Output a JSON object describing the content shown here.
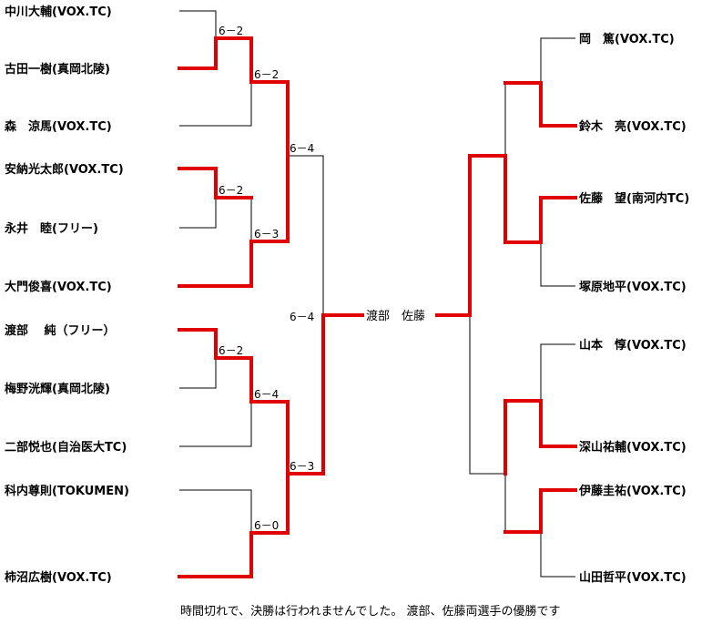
{
  "left_players": [
    {
      "name": "中川大輔(VOX.TC)"
    },
    {
      "name": "古田一樹(真岡北陵)"
    },
    {
      "name": "森　涼馬(VOX.TC)"
    },
    {
      "name": "安納光太郎(VOX.TC)"
    },
    {
      "name": "永井　睦(フリー)"
    },
    {
      "name": "大門俊喜(VOX.TC)"
    },
    {
      "name": "渡部　 純（フリー）"
    },
    {
      "name": "梅野洸輝(真岡北陵)"
    },
    {
      "name": "二部悦也(自治医大TC)"
    },
    {
      "name": "科内尊則(TOKUMEN)"
    },
    {
      "name": "柿沼広樹(VOX.TC)"
    }
  ],
  "right_players": [
    {
      "name": "岡　篤(VOX.TC)"
    },
    {
      "name": "鈴木　亮(VOX.TC)"
    },
    {
      "name": "佐藤　望(南河内TC)"
    },
    {
      "name": "塚原地平(VOX.TC)"
    },
    {
      "name": "山本　惇(VOX.TC)"
    },
    {
      "name": "深山祐輔(VOX.TC)"
    },
    {
      "name": "伊藤圭祐(VOX.TC)"
    },
    {
      "name": "山田哲平(VOX.TC)"
    }
  ],
  "scores": {
    "r1_a": "6－2",
    "r2_a": "6－2",
    "r1_b": "6－2",
    "r2_b": "6－3",
    "r3_a": "6－4",
    "r1_c": "6－2",
    "r2_c": "6－4",
    "r3_b": "6－3",
    "r2_d": "6－0",
    "sf_left": "6－4"
  },
  "finalists": "渡部　佐藤",
  "note": "時間切れで、決勝は行われませんでした。 渡部、佐藤両選手の優勝です",
  "colors": {
    "winner_line": "#e00000",
    "line": "#000000"
  }
}
